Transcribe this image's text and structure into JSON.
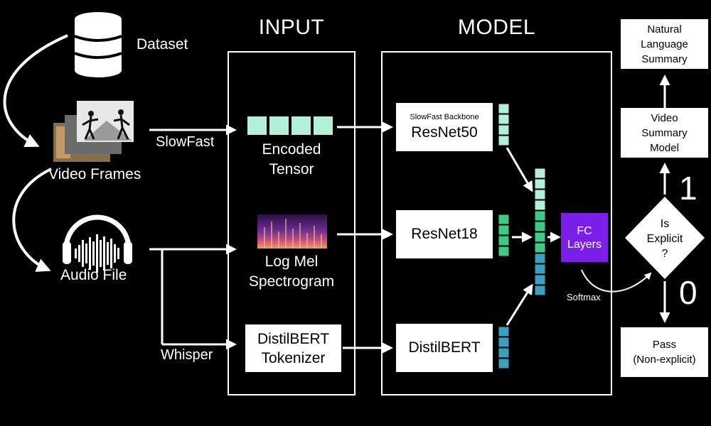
{
  "sources": {
    "dataset": "Dataset",
    "video_frames": "Video Frames",
    "audio_file": "Audio File"
  },
  "edges": {
    "slowfast": "SlowFast",
    "whisper": "Whisper",
    "softmax": "Softmax"
  },
  "input": {
    "title": "INPUT",
    "encoded_tensor": [
      "Encoded",
      "Tensor"
    ],
    "log_mel": [
      "Log Mel",
      "Spectrogram"
    ],
    "tokenizer": [
      "DistilBERT",
      "Tokenizer"
    ]
  },
  "model": {
    "title": "MODEL",
    "resnet50_sub": "SlowFast Backbone",
    "resnet50": "ResNet50",
    "resnet18": "ResNet18",
    "distilbert": "DistilBERT",
    "fc": [
      "FC",
      "Layers"
    ]
  },
  "output": {
    "summary": [
      "Natural",
      "Language",
      "Summary"
    ],
    "video_model": [
      "Video",
      "Summary",
      "Model"
    ],
    "decision": [
      "Is",
      "Explicit",
      "?"
    ],
    "yes_label": "1",
    "no_label": "0",
    "pass": [
      "Pass",
      "(Non-explicit)"
    ]
  },
  "colors": {
    "background": "#000000",
    "tensor_cell": "#b4f0d8",
    "resnet50_vector": "#b4f0d8",
    "resnet18_vector": "#3ec987",
    "distilbert_vector": "#3d9fc0",
    "fc_layers": "#7a1fe8"
  }
}
